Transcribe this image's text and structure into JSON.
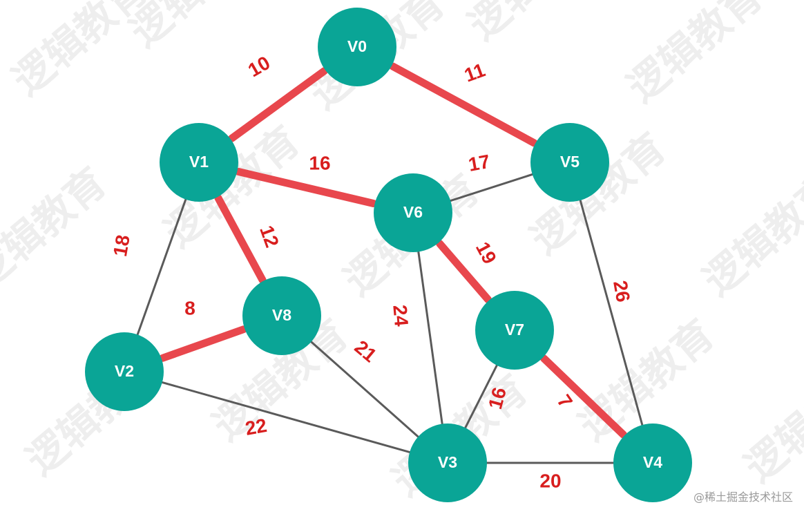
{
  "nodes": [
    {
      "id": "V0",
      "label": "V0"
    },
    {
      "id": "V1",
      "label": "V1"
    },
    {
      "id": "V2",
      "label": "V2"
    },
    {
      "id": "V3",
      "label": "V3"
    },
    {
      "id": "V4",
      "label": "V4"
    },
    {
      "id": "V5",
      "label": "V5"
    },
    {
      "id": "V6",
      "label": "V6"
    },
    {
      "id": "V7",
      "label": "V7"
    },
    {
      "id": "V8",
      "label": "V8"
    }
  ],
  "edges": [
    {
      "from": "V0",
      "to": "V1",
      "weight": "10",
      "in_mst": true
    },
    {
      "from": "V0",
      "to": "V5",
      "weight": "11",
      "in_mst": true
    },
    {
      "from": "V1",
      "to": "V6",
      "weight": "16",
      "in_mst": true
    },
    {
      "from": "V5",
      "to": "V6",
      "weight": "17",
      "in_mst": false
    },
    {
      "from": "V1",
      "to": "V8",
      "weight": "12",
      "in_mst": true
    },
    {
      "from": "V1",
      "to": "V2",
      "weight": "18",
      "in_mst": false
    },
    {
      "from": "V6",
      "to": "V7",
      "weight": "19",
      "in_mst": true
    },
    {
      "from": "V5",
      "to": "V4",
      "weight": "26",
      "in_mst": false
    },
    {
      "from": "V2",
      "to": "V8",
      "weight": "8",
      "in_mst": true
    },
    {
      "from": "V6",
      "to": "V3",
      "weight": "24",
      "in_mst": false
    },
    {
      "from": "V8",
      "to": "V3",
      "weight": "21",
      "in_mst": false
    },
    {
      "from": "V7",
      "to": "V3",
      "weight": "16",
      "in_mst": false
    },
    {
      "from": "V7",
      "to": "V4",
      "weight": "7",
      "in_mst": true
    },
    {
      "from": "V2",
      "to": "V3",
      "weight": "22",
      "in_mst": false
    },
    {
      "from": "V3",
      "to": "V4",
      "weight": "20",
      "in_mst": false
    }
  ],
  "colors": {
    "node_fill": "#0aa596",
    "node_text": "#ffffff",
    "plain_edge": "#5a5a5a",
    "mst_edge": "#e8474d",
    "weight_text": "#d81e1e"
  },
  "watermark": "逻辑教育",
  "credit": "@稀土掘金技术社区"
}
